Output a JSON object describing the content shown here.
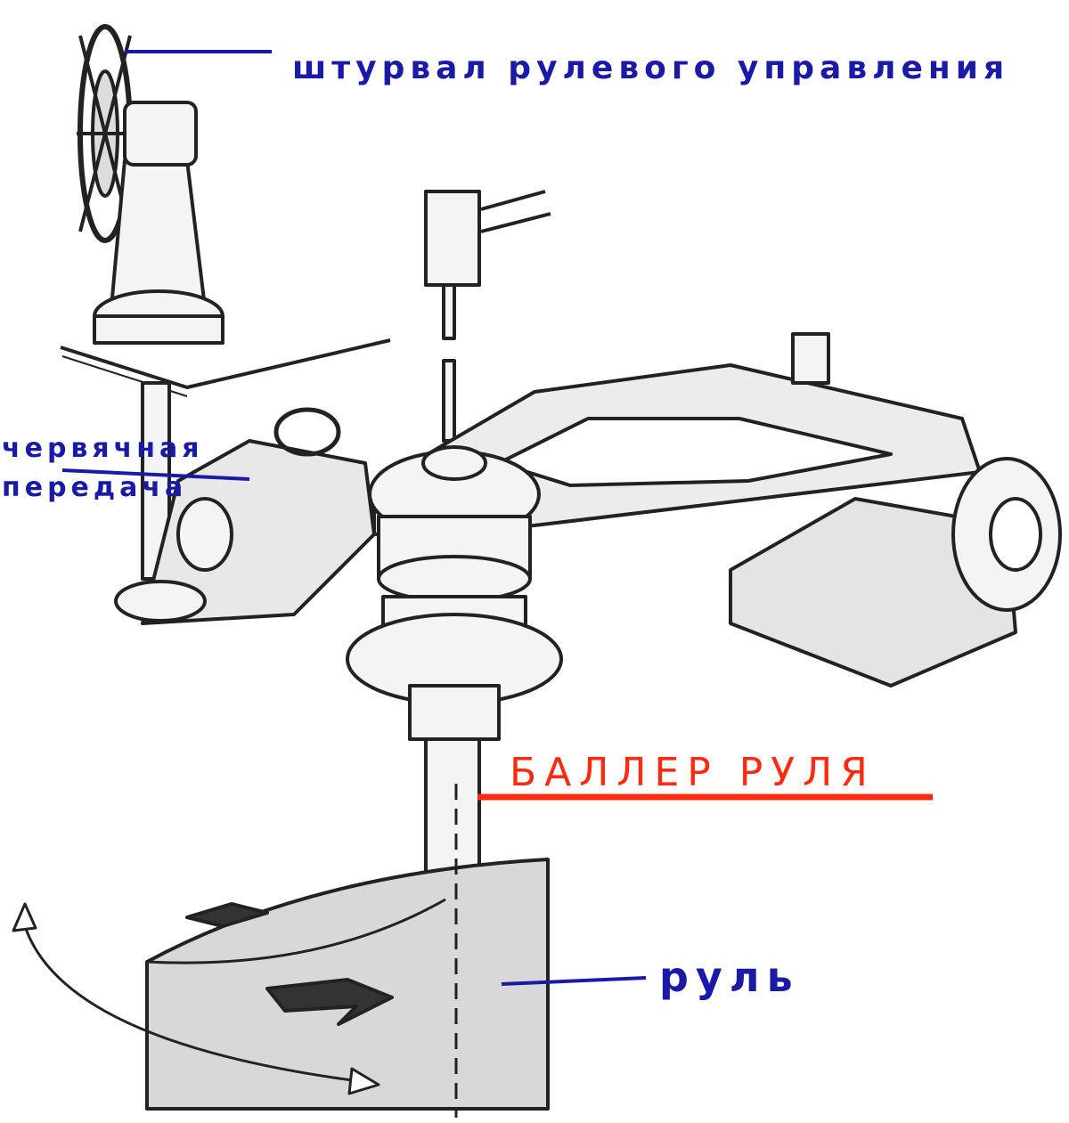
{
  "labels": {
    "steering_wheel": "штурвал рулевого управления",
    "worm_gear_line1": "червячная",
    "worm_gear_line2": "передача",
    "rudder_stock": "БАЛЛЕР РУЛЯ",
    "rudder": "руль"
  },
  "colors": {
    "label_blue": "#1a1aa6",
    "label_red": "#ff2a10",
    "drawing": "#222222"
  }
}
